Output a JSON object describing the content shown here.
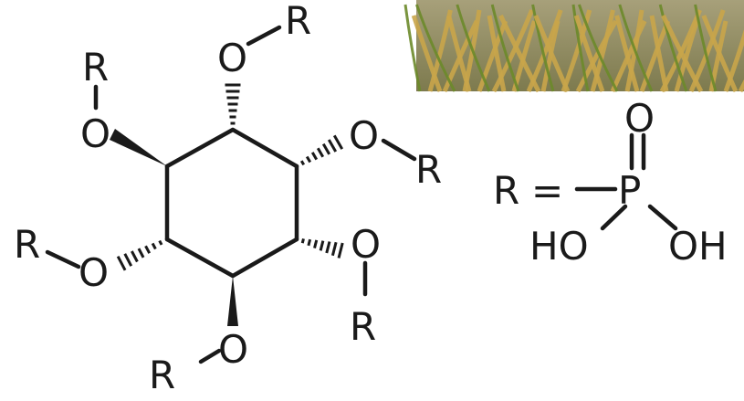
{
  "molecule": {
    "substituent": "R",
    "oxygen": "O",
    "phosphorus": "P",
    "hydroxyl": "OH",
    "hydroxyl_left": "HO",
    "equals": "="
  },
  "colors": {
    "ink": "#1a1a1a",
    "photo_stalk": "#c9a54a",
    "photo_leaf": "#6b8a2a"
  },
  "photo": {
    "subject": "rice-plant-photo"
  }
}
